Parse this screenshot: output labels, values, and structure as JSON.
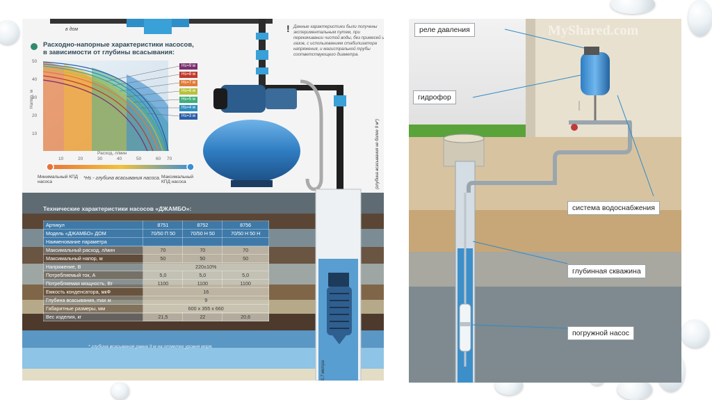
{
  "left_panel": {
    "in_home": "в дом",
    "chart_title": "Расходно-напорные характеристики насосов, в зависимости от глубины всасывания:",
    "y_axis_label": "Напор, м",
    "x_axis_label": "Расход, л/мин",
    "y_ticks": [
      "50",
      "40",
      "30",
      "20",
      "10"
    ],
    "x_ticks": [
      "10",
      "20",
      "30",
      "40",
      "50",
      "60",
      "70"
    ],
    "depth_legend": [
      "Hs=9 м",
      "Hs=8 м",
      "Hs=7 м",
      "Hs=6 м",
      "Hs=5 м",
      "Hs=4 м",
      "Hs=3 м"
    ],
    "depth_colors": [
      "#7a2f6e",
      "#c0392b",
      "#e07b39",
      "#b6c23a",
      "#3fae7a",
      "#2f8fbf",
      "#2b5ea8"
    ],
    "kpd_min": "Минимальный КПД насоса",
    "kpd_max": "Максимальный КПД насоса",
    "hs_note": "*Hs - глубина всасывания насоса.",
    "note_mark": "!",
    "note_text": "Данные характеристики были получены экспериментальным путем, при перекачивании чистой воды, без примесей и газов, с использованием стабилизатора напряжения, и магистральной трубы соответствующего диаметра.",
    "vertical_note": "(глубина всасывания не более 9 м*)",
    "depth_mark": "0,7 метра",
    "table_title": "Технические характеристики насосов «ДЖАМБО»:",
    "footnote": "* глубина всасывания равна 9 м на отметке уровня моря.",
    "table": {
      "rows": [
        {
          "param": "Артикул",
          "values": [
            "8751",
            "8752",
            "8756"
          ],
          "header": true
        },
        {
          "param": "Модель «ДЖАМБО» ДОМ",
          "values": [
            "70/50 П 50",
            "70/50 Н 50",
            "70/50 Н 50 Н"
          ],
          "header": true
        },
        {
          "param": "Наименование параметра",
          "values": [
            "",
            "",
            ""
          ],
          "header": true
        },
        {
          "param": "Максимальный расход, л/мин",
          "values": [
            "70",
            "70",
            "70"
          ]
        },
        {
          "param": "Максимальный напор, м",
          "values": [
            "50",
            "50",
            "50"
          ]
        },
        {
          "param": "Напряжение, В",
          "span": "220±10%"
        },
        {
          "param": "Потребляемый ток, А",
          "values": [
            "5,0",
            "5,0",
            "5,0"
          ]
        },
        {
          "param": "Потребляемая мощность, Вт",
          "values": [
            "1100",
            "1100",
            "1100"
          ]
        },
        {
          "param": "Емкость конденсатора, мкФ",
          "span": "16"
        },
        {
          "param": "Глубина всасывания, max м",
          "span": "9"
        },
        {
          "param": "Габаритные размеры, мм",
          "span": "600 x 355 x 660"
        },
        {
          "param": "Вес изделия, кг",
          "values": [
            "21,5",
            "22",
            "20,6"
          ]
        }
      ]
    }
  },
  "right_panel": {
    "watermark": "MyShared.com",
    "labels": {
      "pressure_relay": "реле давления",
      "hydrophore": "гидрофор",
      "water_system": "система водоснабжения",
      "deep_well": "глубинная скважина",
      "submersible_pump": "погружной насос"
    }
  },
  "colors": {
    "soil_dark": "#4a3a2e",
    "soil_light": "#c9a878",
    "water": "#3d8fc9",
    "pump_blue": "#2f7dc2",
    "grass": "#5aa33a"
  }
}
